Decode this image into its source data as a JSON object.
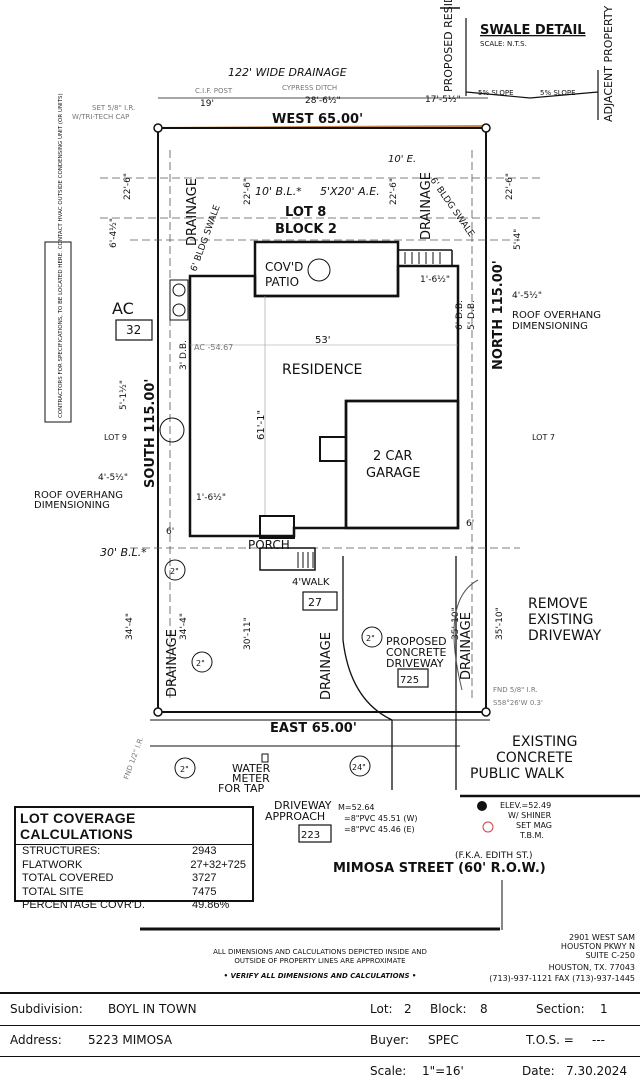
{
  "swale_detail": {
    "title": "SWALE DETAIL",
    "scale": "SCALE: N.T.S.",
    "proposed_residence": "PROPOSED RESIDENCE",
    "adjacent_property": "ADJACENT PROPERTY",
    "slope_left": "5% SLOPE",
    "slope_right": "5% SLOPE"
  },
  "top_notes": {
    "drainage": "122' WIDE DRAINAGE",
    "cf_post": "C.I.F. POST",
    "cypress_ditch": "CYPRESS DITCH",
    "set_ir": "SET 5/8\" I.R.",
    "tri_tech_cap": "W/TRI-TECH CAP",
    "dim_19": "19'",
    "dim_28": "28'-6½\"",
    "dim_17": "17'-5½\""
  },
  "boundaries": {
    "west": "WEST  65.00'",
    "east": "EAST  65.00'",
    "south": "SOUTH  115.00'",
    "north": "NORTH  115.00'"
  },
  "labels": {
    "lot8": "LOT 8",
    "block2": "BLOCK 2",
    "lot9": "LOT 9",
    "lot7": "LOT 7",
    "residence": "RESIDENCE",
    "garage1": "2 CAR",
    "garage2": "GARAGE",
    "cov_patio1": "COV'D",
    "cov_patio2": "PATIO",
    "porch": "PORCH",
    "walk": "4'WALK",
    "walk_area": "27",
    "driveway_area": "725",
    "approach_area": "223",
    "ac_area": "32",
    "ac": "AC",
    "bl_10": "10' B.L.*",
    "ae": "5'X20' A.E.",
    "bl_30": "30' B.L.*",
    "db_6": "6' D.B.",
    "db_5": "5' D.B.",
    "db_3": "3' D.B.",
    "swale_l": "6' BLDG SWALE",
    "swale_r": "6' BLDG SWALE",
    "ten_e": "10' E.",
    "dim_53": "53'",
    "dim_61": "61'-1\"",
    "dim_22_6a": "22'-6\"",
    "dim_22_6b": "22'-6\"",
    "dim_22_6c": "22'-6\"",
    "dim_22_6d": "22'-6\"",
    "dim_6_4": "6'-4½\"",
    "dim_5_4": "5'-4\"",
    "dim_5_1": "5'-1½\"",
    "dim_4_5": "4'-5½\"",
    "dim_4_5r": "4'-5½\"",
    "dim_1_6l": "1'-6½\"",
    "dim_1_6r": "1'-6½\"",
    "dim_34_4a": "34'-4\"",
    "dim_34_4b": "34'-4\"",
    "dim_30_11": "30'-11\"",
    "dim_35_10a": "35'-10\"",
    "dim_35_10b": "35'-10\"",
    "dim_6b": "6'",
    "dim_6c": "6'",
    "fnd_ir": "FND 5/8\" I.R.",
    "fnd_ir2": "S58°26'W 0.3'",
    "fnd_pipe": "FND 1/2\" I.R.",
    "roof_l1": "ROOF OVERHANG",
    "roof_l2": "DIMENSIONING",
    "roof_r1": "ROOF OVERHANG",
    "roof_r2": "DIMENSIONING",
    "drainage": "DRAINAGE",
    "remove1": "REMOVE",
    "remove2": "EXISTING",
    "remove3": "DRIVEWAY",
    "prop1": "PROPOSED",
    "prop2": "CONCRETE",
    "prop3": "DRIVEWAY",
    "exist1": "EXISTING",
    "exist2": "CONCRETE",
    "exist3": "PUBLIC WALK",
    "water1": "WATER",
    "water2": "METER",
    "water3": "FOR TAP",
    "approach1": "DRIVEWAY",
    "approach2": "APPROACH",
    "street_fka": "(F.K.A. EDITH ST.)",
    "street": "MIMOSA STREET  (60' R.O.W.)",
    "fl1": "M=52.64",
    "fl2": "=8\"PVC 45.51 (W)",
    "fl3": "=8\"PVC 45.46 (E)",
    "elev1": "ELEV.=52.49",
    "elev2": "W/ SHINER",
    "elev3": "SET MAG",
    "elev4": "T.B.M.",
    "contractor": "CONTRACTORS FOR SPECIFICATIONS, TO BE LOCATED HERE. CONTACT HVAC OUTSIDE CONDENSING UNIT (OR UNITS)",
    "ac_label": "AC -54.67",
    "tree_2a": "2\"",
    "tree_2b": "2\"",
    "tree_2c": "2\"",
    "tree_2d": "2\"",
    "tree_24": "24\""
  },
  "coverage": {
    "title": "LOT COVERAGE CALCULATIONS",
    "rows": [
      {
        "label": "STRUCTURES:",
        "value": "2943"
      },
      {
        "label": "FLATWORK",
        "value": "27+32+725"
      },
      {
        "label": "TOTAL COVERED",
        "value": "3727"
      },
      {
        "label": "TOTAL SITE",
        "value": "7475"
      },
      {
        "label": "PERCENTAGE COVR'D.",
        "value": "49.86%"
      }
    ]
  },
  "firm": {
    "line1": "2901 WEST SAM",
    "line2": "HOUSTON PKWY N",
    "line3": "SUITE C-250",
    "line4": "HOUSTON, TX. 77043",
    "line5": "(713)-937-1121 FAX (713)-937-1445"
  },
  "disclaimer": {
    "line1": "ALL DIMENSIONS AND CALCULATIONS DEPICTED INSIDE AND",
    "line2": "OUTSIDE OF PROPERTY LINES ARE APPROXIMATE",
    "line3": "• VERIFY ALL DIMENSIONS AND CALCULATIONS •"
  },
  "titleblock": {
    "subdivision_label": "Subdivision:",
    "subdivision": "BOYL IN TOWN",
    "lot_label": "Lot:",
    "lot": "2",
    "block_label": "Block:",
    "block": "8",
    "section_label": "Section:",
    "section": "1",
    "address_label": "Address:",
    "address": "5223 MIMOSA",
    "buyer_label": "Buyer:",
    "buyer": "SPEC",
    "tos_label": "T.O.S. =",
    "tos": "---",
    "scale_label": "Scale:",
    "scale": "1\"=16'",
    "date_label": "Date:",
    "date": "7.30.2024"
  }
}
